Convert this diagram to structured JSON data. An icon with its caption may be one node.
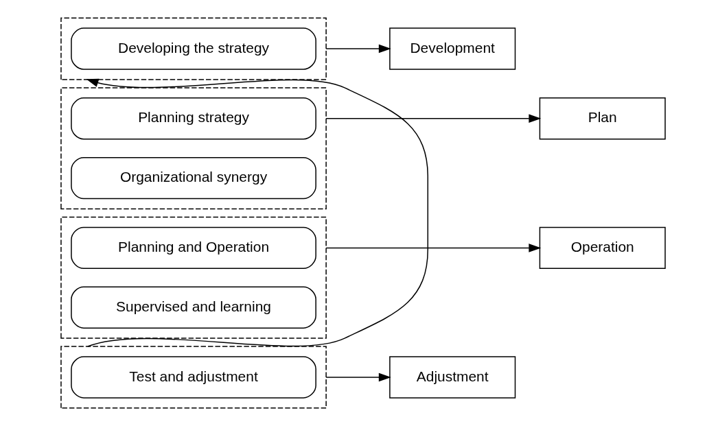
{
  "diagram": {
    "nodes": [
      {
        "text": [],
        "shape": "box"
      },
      {
        "text": [
          "Developing the strategy"
        ],
        "in": 0
      },
      {
        "text": [
          "Development"
        ]
      },
      {
        "text": [],
        "shape": "box"
      },
      {
        "text": [
          "Planning strategy"
        ],
        "in": 3
      },
      {
        "text": [
          "Organizational synergy"
        ],
        "in": 3
      },
      {
        "text": [
          "Plan"
        ]
      },
      {
        "text": [],
        "shape": "box"
      },
      {
        "text": [
          "Planning and Operation"
        ],
        "in": 7
      },
      {
        "text": [
          "Supervised and learning"
        ],
        "in": 7
      },
      {
        "text": [
          "Operation"
        ]
      },
      {
        "text": [],
        "shape": "box"
      },
      {
        "text": [
          "Test and adjustment"
        ],
        "in": 11
      },
      {
        "text": [
          "Adjustment"
        ]
      }
    ],
    "edges": [
      {
        "from": 0,
        "to": 2,
        "arrow": "to"
      },
      {
        "from": 3,
        "to": 6,
        "arrow": "to"
      },
      {
        "from": 7,
        "to": 10,
        "arrow": "to"
      },
      {
        "from": 11,
        "to": 13,
        "arrow": "to"
      },
      {
        "from": 11,
        "to": 0,
        "arrow": "to"
      }
    ]
  }
}
